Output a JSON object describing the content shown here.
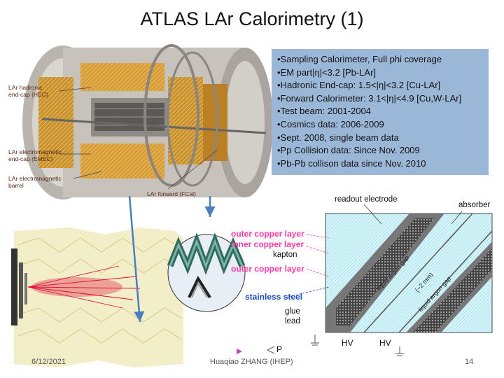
{
  "slide": {
    "title": "ATLAS LAr Calorimetry (1)",
    "bullets": [
      "•Sampling Calorimeter, Full phi coverage",
      "•EM  part|η|<3.2 [Pb-LAr]",
      "•Hadronic End-cap: 1.5<|η|<3.2 [Cu-LAr]",
      "•Forward Calorimeter: 3.1<|η|<4.9 [Cu,W-LAr]",
      "•Test beam: 2001-2004",
      "•Cosmics data: 2006-2009",
      "•Sept. 2008, single beam data",
      "•Pp Collision data: Since Nov. 2009",
      "•Pb-Pb collison data since Nov. 2010"
    ],
    "detector_labels": {
      "hec_1": "LAr hadronic",
      "hec_2": "end-cap (HEC)",
      "emec_1": "LAr electromagnetic",
      "emec_2": "end-cap (EMEC)",
      "barrel_1": "LAr electromagnetic",
      "barrel_2": "barrel",
      "fcal": "LAr forward (FCal)"
    },
    "electrode_labels": {
      "outer_copper_1": "outer copper layer",
      "inner_copper": "inner copper layer",
      "kapton": "kapton",
      "outer_copper_2": "outer copper layer",
      "stainless": "stainless steel",
      "glue": "glue",
      "lead": "lead",
      "readout": "readout electrode",
      "absorber": "absorber",
      "gap_1": "liquid argon gap",
      "gap_2": "liquid argon gap",
      "gap_size": "(~2 mm)",
      "hv_1": "HV",
      "hv_2": "HV",
      "p_label": "P"
    },
    "footer": {
      "date": "6/12/2021",
      "author": "Huaqiao ZHANG (IHEP)",
      "page": "14"
    },
    "colors": {
      "bullet_bg": "#9bb7d8",
      "arrow": "#4a7ebf",
      "pink_label": "#ff3aa8",
      "steel_label": "#1e4fc0",
      "event_red": "#e0103a"
    }
  }
}
